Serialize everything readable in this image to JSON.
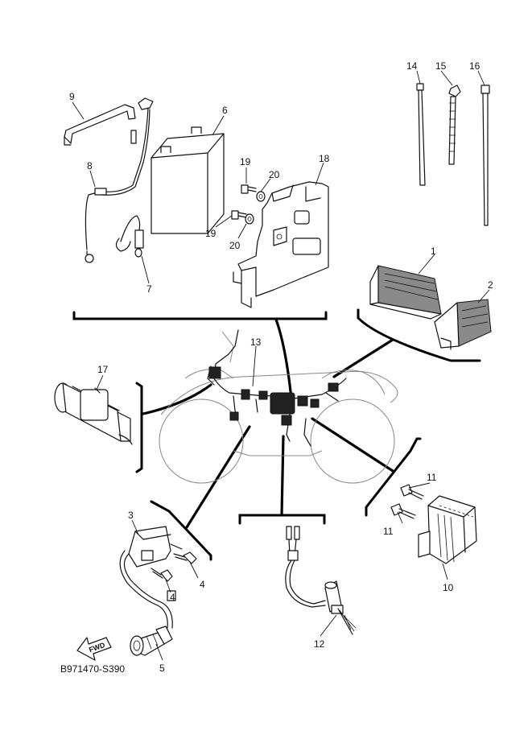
{
  "callouts": {
    "c1": "1",
    "c2": "2",
    "c3": "3",
    "c4a": "4",
    "c4b": "4",
    "c5": "5",
    "c6": "6",
    "c7": "7",
    "c8": "8",
    "c9": "9",
    "c10": "10",
    "c11a": "11",
    "c11b": "11",
    "c12": "12",
    "c13": "13",
    "c14": "14",
    "c15": "15",
    "c16": "16",
    "c17": "17",
    "c18": "18",
    "c19a": "19",
    "c19b": "19",
    "c20a": "20",
    "c20b": "20"
  },
  "fwd_label": "FWD",
  "diagram_code": "B971470-S390"
}
